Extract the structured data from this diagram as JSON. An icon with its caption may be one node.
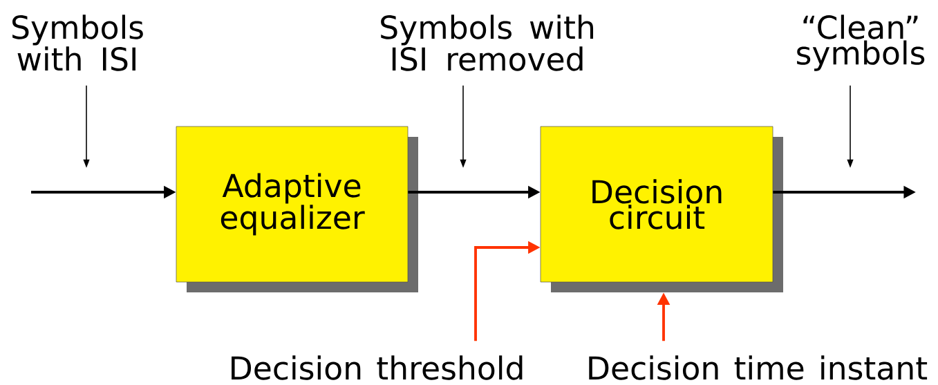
{
  "diagram": {
    "nodes": [
      {
        "text": [
          "Adaptive equalizer"
        ]
      },
      {
        "text": [
          "Decision circuit"
        ]
      },
      {
        "text": [
          "Symbols with ISI"
        ]
      },
      {
        "text": [
          "Symbols with ISI removed"
        ]
      },
      {
        "text": [
          "“Clean” symbols"
        ]
      },
      {
        "text": [
          "Decision threshold"
        ]
      },
      {
        "text": [
          "Decision time instant"
        ]
      }
    ],
    "edges": [
      {
        "from": null,
        "to": 0,
        "arrow": "to"
      },
      {
        "from": 0,
        "to": 1,
        "arrow": "to"
      },
      {
        "from": 1,
        "to": null,
        "arrow": "to"
      },
      {
        "from": 2,
        "to": null,
        "arrow": "to"
      },
      {
        "from": 3,
        "to": null,
        "arrow": "to"
      },
      {
        "from": 4,
        "to": null,
        "arrow": "to"
      },
      {
        "from": 5,
        "to": 1,
        "arrow": "to",
        "color": "#ff3300"
      },
      {
        "from": 6,
        "to": 1,
        "arrow": "to",
        "color": "#ff3300"
      }
    ]
  }
}
